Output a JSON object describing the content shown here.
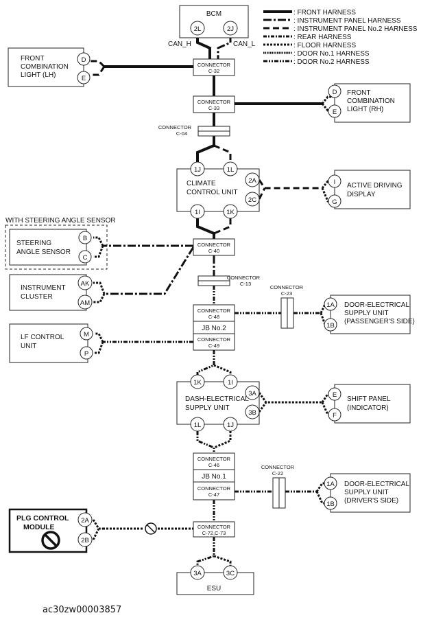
{
  "legend": [
    {
      "label": ": FRONT HARNESS",
      "style": "front"
    },
    {
      "label": ": INSTRUMENT PANEL HARNESS",
      "style": "ip"
    },
    {
      "label": ": INSTRUMENT PANEL No.2 HARNESS",
      "style": "ip2"
    },
    {
      "label": ": REAR HARNESS",
      "style": "rear"
    },
    {
      "label": ": FLOOR HARNESS",
      "style": "floor"
    },
    {
      "label": ": DOOR No.1 HARNESS",
      "style": "door1"
    },
    {
      "label": ": DOOR No.2 HARNESS",
      "style": "door2"
    }
  ],
  "modules": {
    "bcm": {
      "name": "BCM",
      "pins": [
        "2L",
        "2J"
      ]
    },
    "front_comb_lh": {
      "lines": [
        "FRONT",
        "COMBINATION",
        "LIGHT (LH)"
      ],
      "pins": [
        "D",
        "E"
      ]
    },
    "front_comb_rh": {
      "lines": [
        "FRONT",
        "COMBINATION",
        "LIGHT (RH)"
      ],
      "pins": [
        "D",
        "E"
      ]
    },
    "climate": {
      "lines": [
        "CLIMATE",
        "CONTROL UNIT"
      ],
      "pins": [
        "1J",
        "1L",
        "2A",
        "2C",
        "1I",
        "1K"
      ]
    },
    "active_display": {
      "lines": [
        "ACTIVE DRIVING",
        "DISPLAY"
      ],
      "pins": [
        "I",
        "G"
      ]
    },
    "steering": {
      "lines": [
        "STEERING",
        "ANGLE SENSOR"
      ],
      "pins": [
        "B",
        "C"
      ],
      "group_label": "WITH STEERING ANGLE SENSOR"
    },
    "cluster": {
      "lines": [
        "INSTRUMENT",
        "CLUSTER"
      ],
      "pins": [
        "AK",
        "AM"
      ]
    },
    "door_pass": {
      "lines": [
        "DOOR-ELECTRICAL",
        "SUPPLY UNIT",
        "(PASSENGER'S SIDE)"
      ],
      "pins": [
        "1A",
        "1B"
      ]
    },
    "lf_control": {
      "lines": [
        "LF CONTROL",
        "UNIT"
      ],
      "pins": [
        "M",
        "P"
      ]
    },
    "dash": {
      "lines": [
        "DASH-ELECTRICAL",
        "SUPPLY UNIT"
      ],
      "pins": [
        "1K",
        "1I",
        "3A",
        "3B",
        "1L",
        "1J"
      ]
    },
    "shift_panel": {
      "lines": [
        "SHIFT PANEL",
        "(INDICATOR)"
      ],
      "pins": [
        "E",
        "F"
      ]
    },
    "door_driver": {
      "lines": [
        "DOOR-ELECTRICAL",
        "SUPPLY UNIT",
        "(DRIVER'S SIDE)"
      ],
      "pins": [
        "1A",
        "1B"
      ]
    },
    "plg": {
      "lines": [
        "PLG CONTROL",
        "MODULE"
      ],
      "pins": [
        "2A",
        "2B"
      ]
    },
    "esu": {
      "name": "ESU",
      "pins": [
        "3A",
        "3C"
      ]
    }
  },
  "signals": {
    "can_h": "CAN_H",
    "can_l": "CAN_L"
  },
  "connectors": {
    "c32": [
      "CONNECTOR",
      "C-32"
    ],
    "c33": [
      "CONNECTOR",
      "C-33"
    ],
    "c04": [
      "CONNECTOR",
      "C-04"
    ],
    "c40": [
      "CONNECTOR",
      "C-40"
    ],
    "c13": [
      "CONNECTOR",
      "C-13"
    ],
    "c23": [
      "CONNECTOR",
      "C-23"
    ],
    "c48": [
      "CONNECTOR",
      "C-48"
    ],
    "c49": [
      "CONNECTOR",
      "C-49"
    ],
    "c46": [
      "CONNECTOR",
      "C-46"
    ],
    "c47": [
      "CONNECTOR",
      "C-47"
    ],
    "c22": [
      "CONNECTOR",
      "C-22"
    ],
    "c72": [
      "CONNECTOR",
      "C-72,C-73"
    ]
  },
  "junction_blocks": {
    "jb2": "JB No.2",
    "jb1": "JB No.1"
  },
  "figure_code": "ac30zw00003857"
}
